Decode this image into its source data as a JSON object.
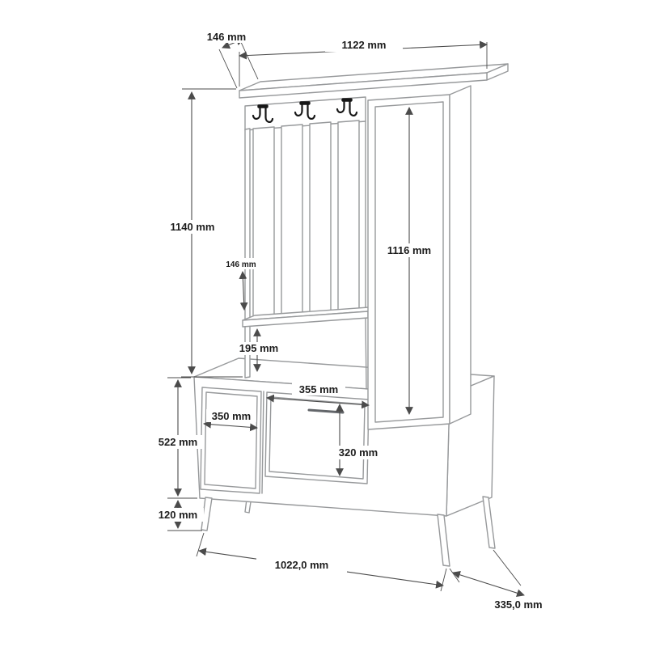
{
  "drawing": {
    "type": "furniture-dimension-diagram",
    "subject": "hallway coat-rack unit with mirror door and shoe cabinet",
    "units": "mm",
    "labels": {
      "top_depth": "146 mm",
      "top_width": "1122 mm",
      "upper_height": "1140 mm",
      "door_height": "1116 mm",
      "shelf_depth": "146 mm",
      "shelf_clearance": "195 mm",
      "right_door_width": "355 mm",
      "left_door_width": "350 mm",
      "right_door_height": "320 mm",
      "cabinet_height": "522 mm",
      "leg_height": "120 mm",
      "base_width": "1022,0 mm",
      "base_depth": "335,0 mm"
    },
    "features": {
      "hook_count": 3,
      "slat_count": 4,
      "door_count": 3,
      "leg_count": 4
    },
    "colors": {
      "background": "#ffffff",
      "furniture_line": "#97999b",
      "dimension_line": "#4b4b4b",
      "text": "#1c1c1c",
      "hook": "#161616"
    }
  }
}
